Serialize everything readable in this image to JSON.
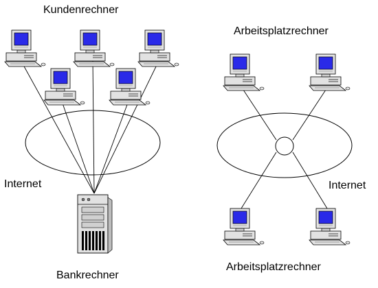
{
  "labels": {
    "kundenrechner": "Kundenrechner",
    "arbeitsplatz_top": "Arbeitsplatzrechner",
    "internet_left": "Internet",
    "internet_right": "Internet",
    "arbeitsplatz_bottom": "Arbeitsplatzrechner",
    "bankrechner": "Bankrechner"
  },
  "colors": {
    "screen": "#2a2ae8",
    "casing": "#e2e2e2",
    "line": "#000000"
  },
  "icons": {
    "client": "desktop-computer-icon",
    "server": "server-tower-icon"
  }
}
